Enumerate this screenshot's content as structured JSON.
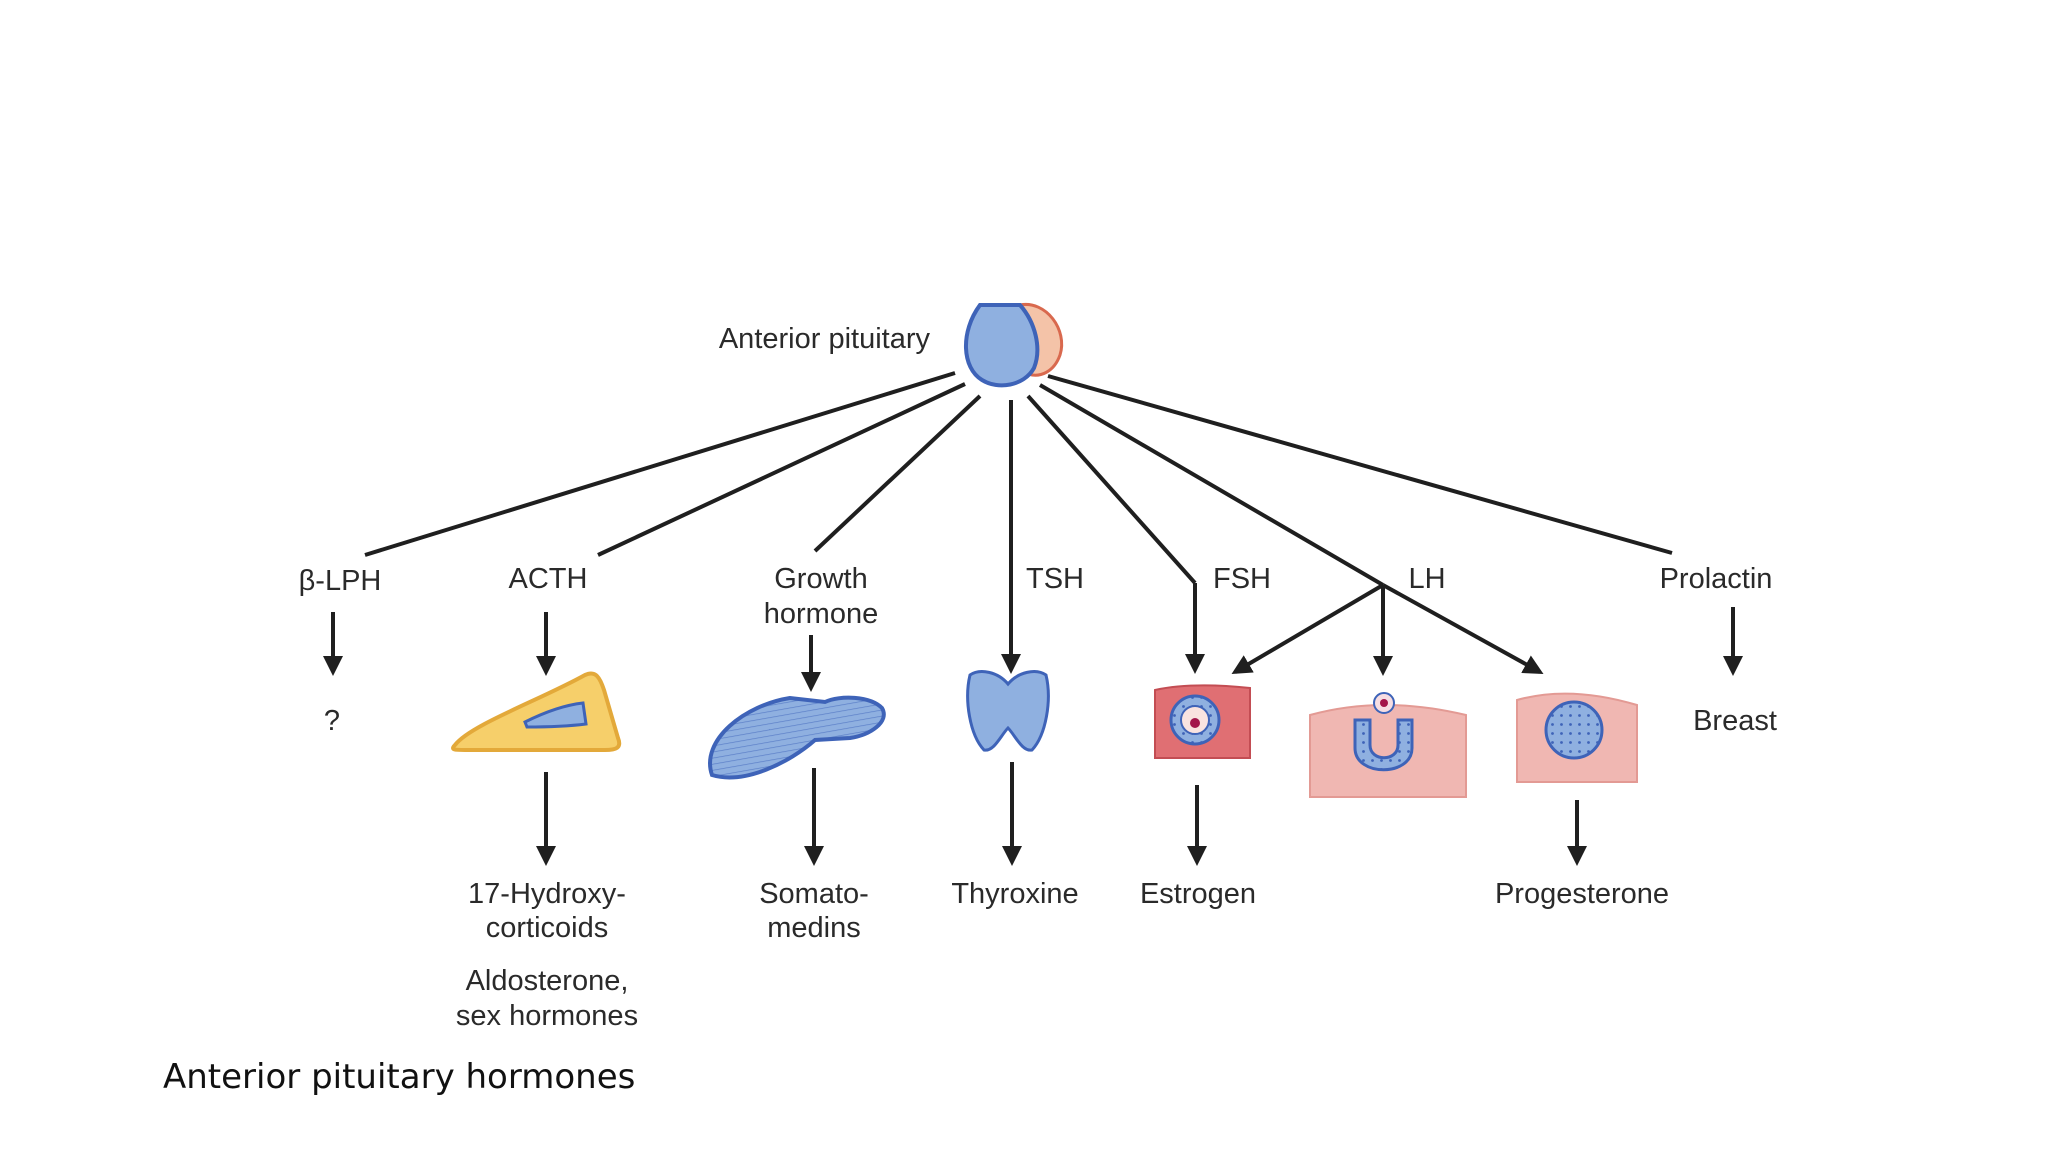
{
  "source_label": "Anterior pituitary",
  "hormones": {
    "blph": "β-LPH",
    "acth": "ACTH",
    "gh_line1": "Growth",
    "gh_line2": "hormone",
    "tsh": "TSH",
    "fsh": "FSH",
    "lh": "LH",
    "prolactin": "Prolactin"
  },
  "targets": {
    "blph": "?",
    "prolactin": "Breast"
  },
  "products": {
    "acth_line1": "17-Hydroxy-",
    "acth_line2": "corticoids",
    "acth_extra_line1": "Aldosterone,",
    "acth_extra_line2": "sex hormones",
    "gh_line1": "Somato-",
    "gh_line2": "medins",
    "tsh": "Thyroxine",
    "fsh": "Estrogen",
    "lh": "Progesterone"
  },
  "caption": "Anterior pituitary hormones",
  "colors": {
    "pituitary_anterior": "#8fb0e0",
    "pituitary_posterior": "#f4c3a8",
    "outline_blue": "#3e63b8",
    "adrenal_cell": "#f6cf6a",
    "follicle_pink": "#f0b7b2",
    "follicle_dark": "#e06f73",
    "line": "#1f1f1f"
  }
}
